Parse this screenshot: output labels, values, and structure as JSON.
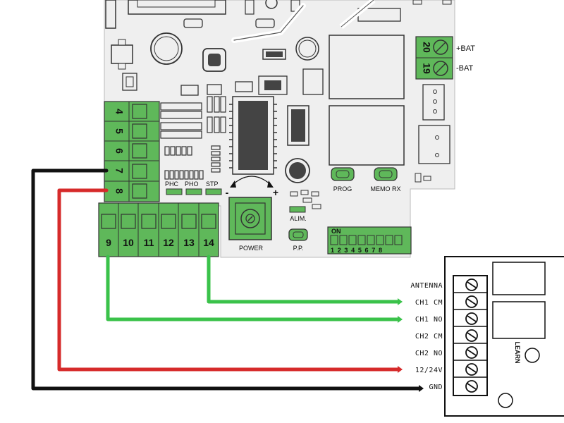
{
  "board": {
    "battery_terminals": [
      "20",
      "19"
    ],
    "battery_labels": [
      "+BAT",
      "-BAT"
    ],
    "left_terminals": [
      "4",
      "5",
      "6",
      "7",
      "8"
    ],
    "bottom_terminals": [
      "9",
      "10",
      "11",
      "12",
      "13",
      "14"
    ],
    "led_labels": [
      "PHC",
      "PHO",
      "STP"
    ],
    "trimmer": {
      "label": "POWER",
      "minus": "-",
      "plus": "+"
    },
    "alim_label": "ALIM.",
    "pp_label": "P.P.",
    "prog_label": "PROG",
    "memorx_label": "MEMO RX",
    "dip": {
      "on_label": "ON",
      "numbers": "1 2 3 4 5 6 7 8"
    }
  },
  "receiver": {
    "terminals": [
      "ANTENNA",
      "CH1 CM",
      "CH1 NO",
      "CH2 CM",
      "CH2 NO",
      "12/24V",
      "GND"
    ],
    "learn_label": "LEARN"
  },
  "colors": {
    "board": "#efefef",
    "terminal_green": "#5fb85a",
    "wire_black": "#111111",
    "wire_red": "#d62a2a",
    "wire_green": "#3ac24a"
  }
}
